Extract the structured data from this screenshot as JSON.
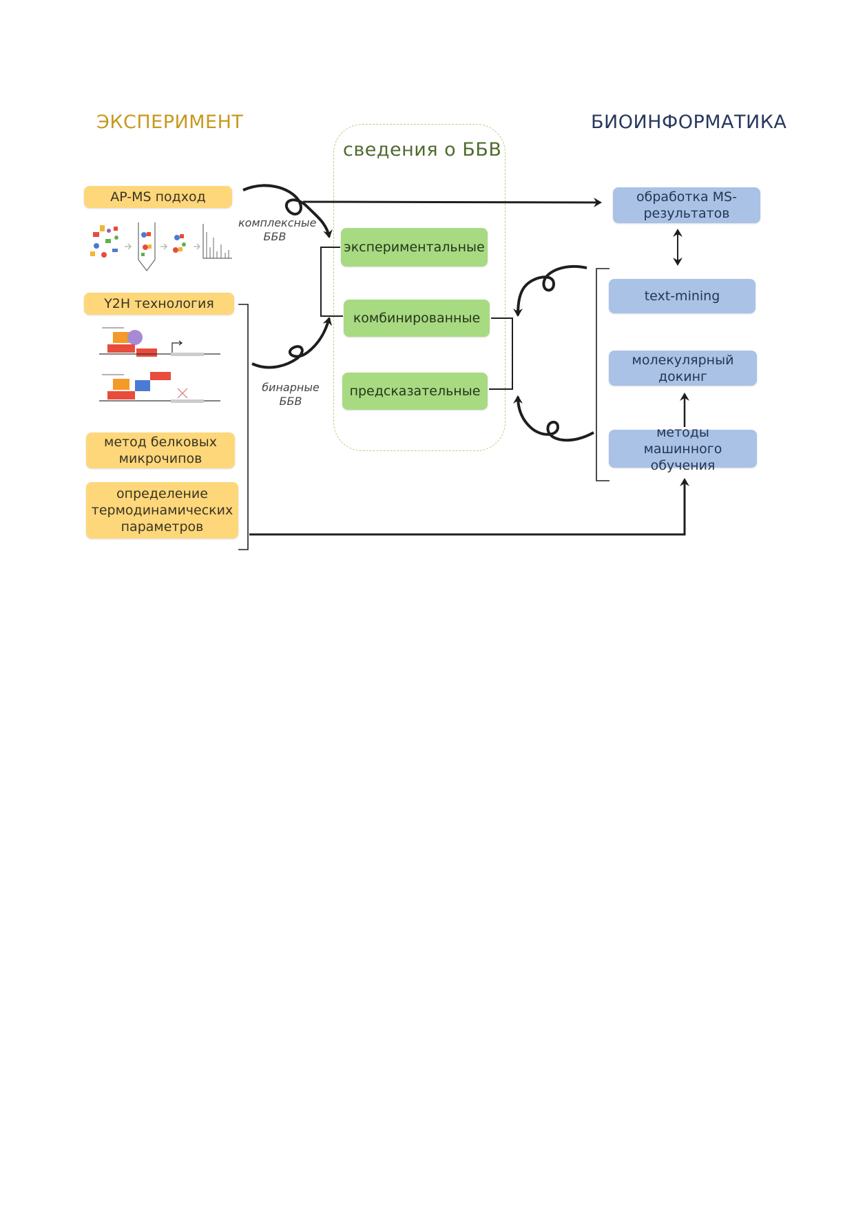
{
  "headings": {
    "experiment": "ЭКСПЕРИМЕНТ",
    "bioinformatics": "БИОИНФОРМАТИКА",
    "center": "сведения о ББВ"
  },
  "experiment_methods": {
    "ap_ms": "AP-MS подход",
    "y2h": "Y2H технология",
    "microarray": "метод белковых микрочипов",
    "thermo": "определение термодинамических параметров"
  },
  "ppi_types": {
    "experimental": "экспериментальные",
    "combined": "комбинированные",
    "predictive": "предсказательные"
  },
  "bio_methods": {
    "ms_processing": "обработка MS-результатов",
    "text_mining": "text-mining",
    "docking": "молекулярный докинг",
    "ml": "методы машинного обучения"
  },
  "annotations": {
    "complex_line1": "комплексные",
    "complex_line2": "ББВ",
    "binary_line1": "бинарные",
    "binary_line2": "ББВ"
  },
  "colors": {
    "experiment_heading": "#c8981e",
    "bio_heading": "#27375e",
    "center_heading": "#4f6a2e",
    "yellow_box": "#fdd77a",
    "green_box": "#a8da82",
    "blue_box": "#a9c2e6"
  }
}
